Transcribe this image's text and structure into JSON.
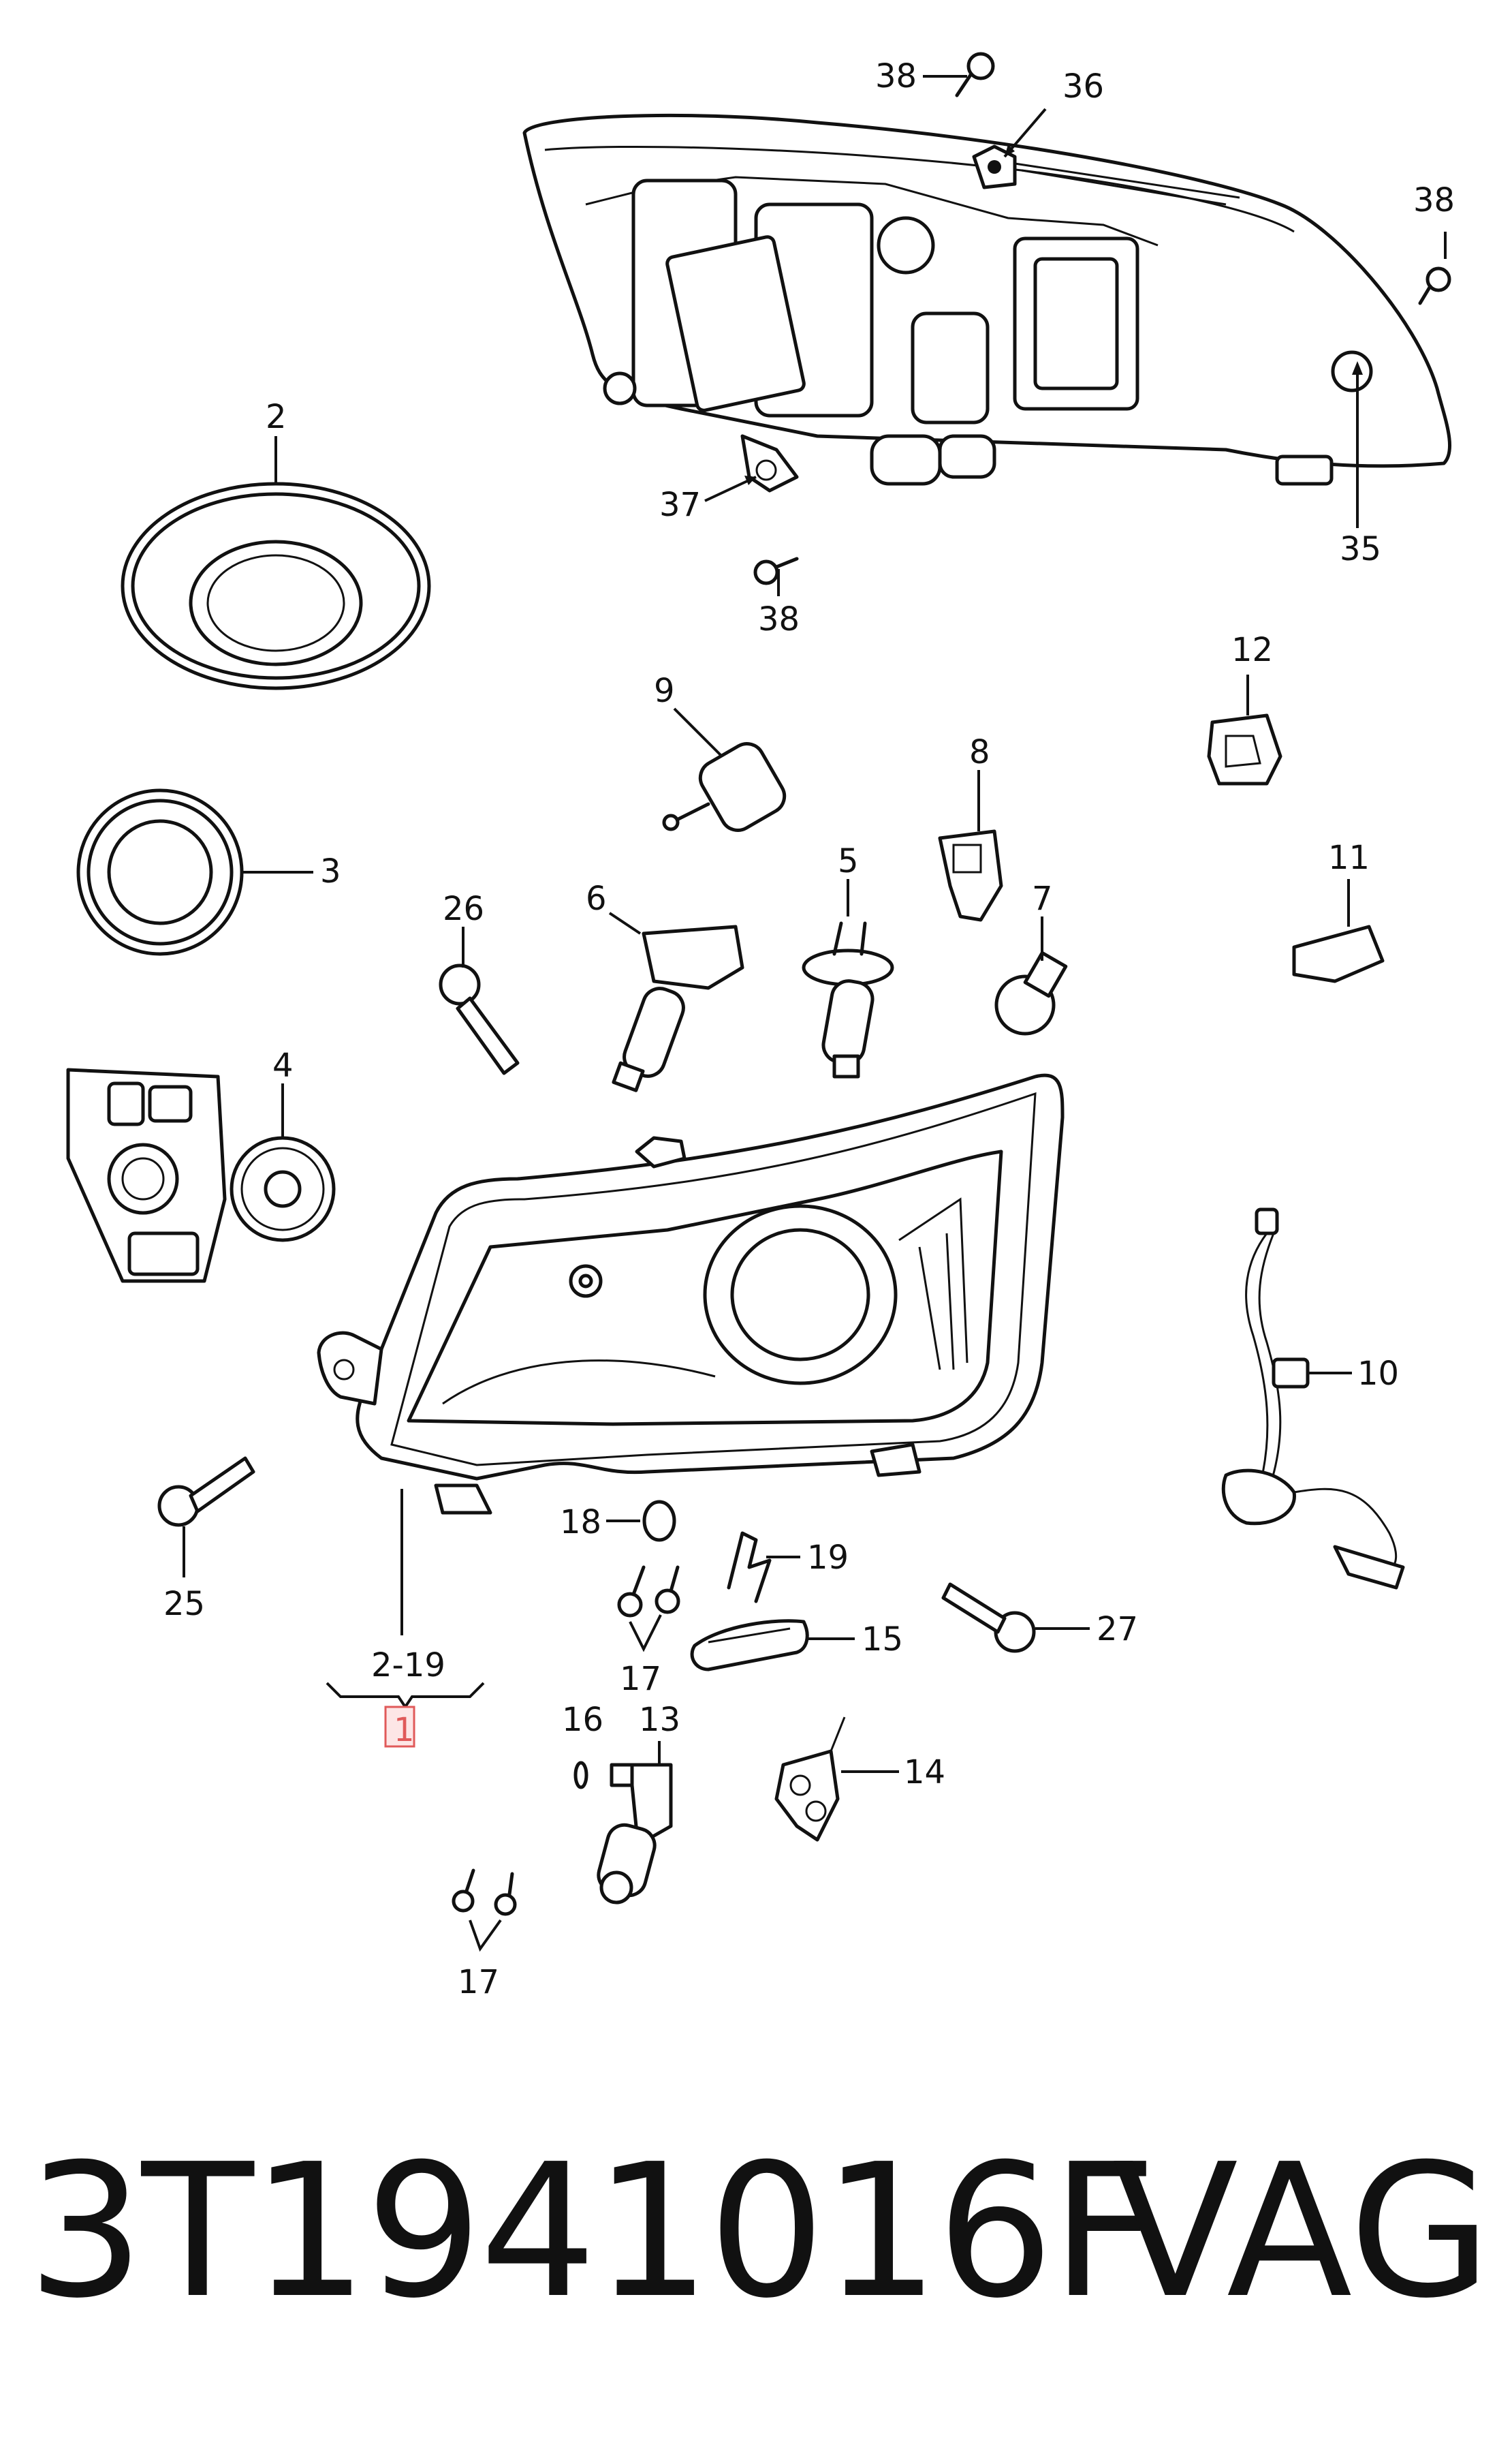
{
  "diagram": {
    "callouts": {
      "c38a": "38",
      "c36": "36",
      "c38b": "38",
      "c37": "37",
      "c35": "35",
      "c38c": "38",
      "c2": "2",
      "c3": "3",
      "c4": "4",
      "c9": "9",
      "c12": "12",
      "c8": "8",
      "c5": "5",
      "c6": "6",
      "c26": "26",
      "c7": "7",
      "c11": "11",
      "c10": "10",
      "c25": "25",
      "c18": "18",
      "c19": "19",
      "c27": "27",
      "c15": "15",
      "c17a": "17",
      "c16": "16",
      "c13": "13",
      "c14": "14",
      "c17b": "17",
      "c2_19": "2-19",
      "c1": "1"
    },
    "highlight_color": "#e05a5a"
  },
  "footer": {
    "part_number": "3T1941016F",
    "brand": "VAG"
  }
}
